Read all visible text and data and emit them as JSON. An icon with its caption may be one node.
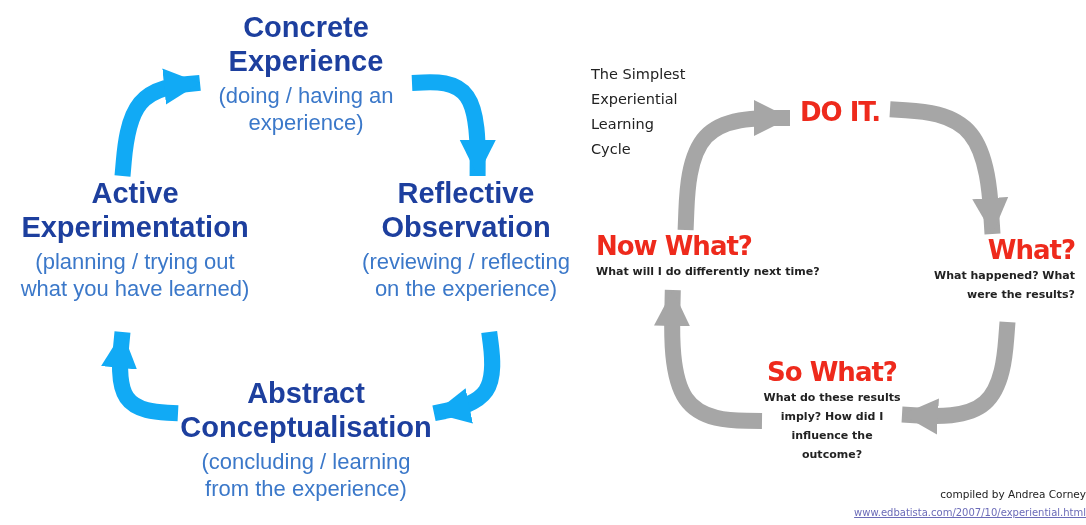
{
  "diagram": {
    "nodes": [
      {
        "text": [
          "Concrete Experience",
          "(doing / having an experience)"
        ]
      },
      {
        "text": [
          "Reflective Observation",
          "(reviewing / reflecting on the experience)"
        ]
      },
      {
        "text": [
          "Abstract Conceptualisation",
          "(concluding / learning from the experience)"
        ]
      },
      {
        "text": [
          "Active Experimentation",
          "(planning / trying out what you have learned)"
        ]
      },
      {
        "text": [
          "DO IT."
        ]
      },
      {
        "text": [
          "What?",
          "What happened? What were the results?"
        ]
      },
      {
        "text": [
          "So What?",
          "What do these results imply? How did I influence the outcome?"
        ]
      },
      {
        "text": [
          "Now What?",
          "What will I do differently next time?"
        ]
      }
    ],
    "edges": [
      {
        "from": 0,
        "to": 1,
        "arrow": "to"
      },
      {
        "from": 1,
        "to": 2,
        "arrow": "to"
      },
      {
        "from": 2,
        "to": 3,
        "arrow": "to"
      },
      {
        "from": 3,
        "to": 0,
        "arrow": "to"
      },
      {
        "from": 4,
        "to": 5,
        "arrow": "to",
        "color": "#a6a6a6"
      },
      {
        "from": 5,
        "to": 6,
        "arrow": "to",
        "color": "#a6a6a6"
      },
      {
        "from": 6,
        "to": 7,
        "arrow": "to",
        "color": "#a6a6a6"
      },
      {
        "from": 7,
        "to": 4,
        "arrow": "to",
        "color": "#a6a6a6"
      }
    ],
    "labels": [
      "The Simplest Experiential Learning Cycle",
      "compiled by Andrea Corney",
      "www.edbatista.com/2007/10/experiential.html"
    ]
  }
}
